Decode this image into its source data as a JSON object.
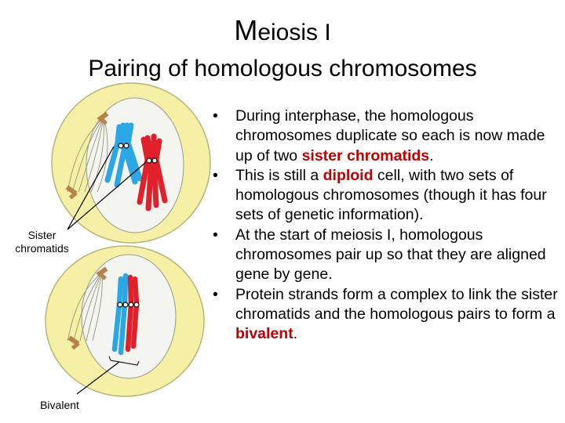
{
  "title": {
    "first_letter": "M",
    "rest": "eiosis I"
  },
  "subtitle": "Pairing of homologous chromosomes",
  "labels": {
    "sister": "Sister chromatids",
    "bivalent": "Bivalent"
  },
  "colors": {
    "highlight": "#c00000",
    "cell_fill": "#f6f0a6",
    "chrom_blue": "#2aa7e4",
    "chrom_red": "#e0202a",
    "centrosome": "#b6844a"
  },
  "bullets": [
    {
      "pre": "During interphase, the homologous chromosomes duplicate so each is now made up of two ",
      "hl": "sister chromatids",
      "post": "."
    },
    {
      "pre": "This is still a ",
      "hl": "diploid",
      "post": " cell, with two sets of homologous chromosomes (though it has four sets of genetic information)."
    },
    {
      "pre": "At the start of meiosis I, homologous chromosomes pair up so that they are aligned gene by gene.",
      "hl": "",
      "post": ""
    },
    {
      "pre": "Protein strands form a complex to link the sister chromatids and the homologous pairs to form a ",
      "hl": "bivalent",
      "post": "."
    }
  ]
}
